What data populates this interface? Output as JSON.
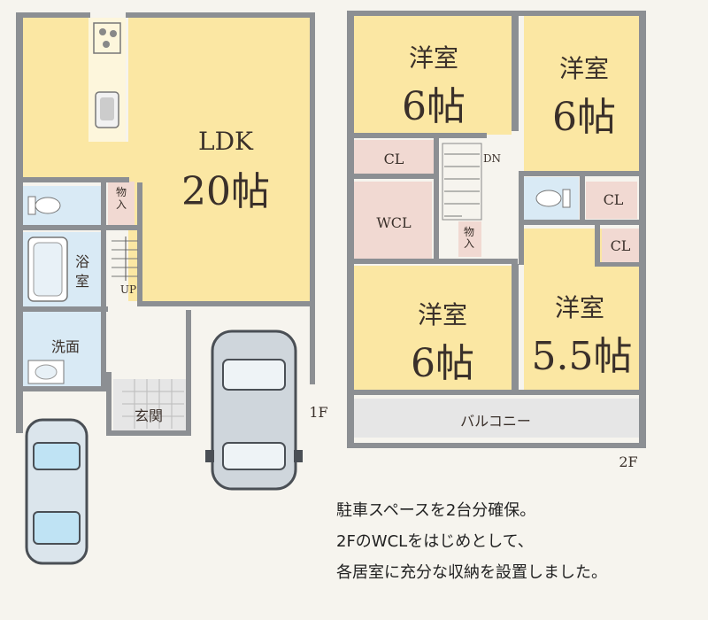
{
  "floor1": {
    "ldk": "LDK",
    "ldk_size": "20帖",
    "storage": "物\n入",
    "bath": "浴\n室",
    "up": "UP",
    "wash": "洗面",
    "entrance": "玄関",
    "floor_label": "1F"
  },
  "floor2": {
    "room_tl": "洋室",
    "room_tl_size": "6帖",
    "room_tr": "洋室",
    "room_tr_size": "6帖",
    "room_bl": "洋室",
    "room_bl_size": "6帖",
    "room_br": "洋室",
    "room_br_size": "5.5帖",
    "cl_left": "CL",
    "dn": "DN",
    "wcl": "WCL",
    "storage": "物\n入",
    "cl_right_top": "CL",
    "cl_right_bottom": "CL",
    "balcony": "バルコニー",
    "floor_label": "2F"
  },
  "notes": [
    "駐車スペースを2台分確保。",
    "2FのWCLをはじめとして、",
    "各居室に充分な収納を設置しました。"
  ]
}
